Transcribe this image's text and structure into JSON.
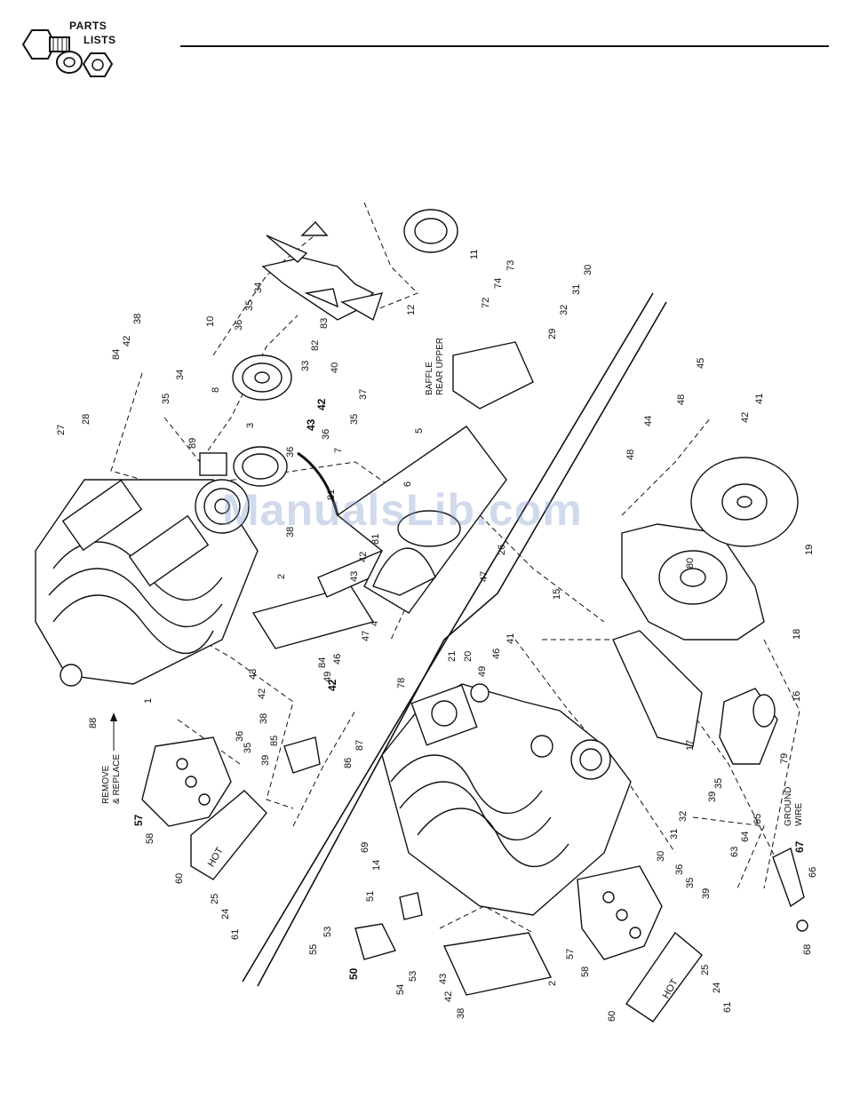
{
  "header": {
    "logo_line1": "PARTS",
    "logo_line2": "LISTS"
  },
  "watermark": "ManualsLib.com",
  "notes": {
    "remove_line1": "REMOVE",
    "remove_line2": "& REPLACE",
    "baffle_line1": "BAFFLE",
    "baffle_line2": "REAR UPPER",
    "ground_line1": "GROUND",
    "ground_line2": "WIRE"
  },
  "labels": {
    "l1": "1",
    "l2a": "2",
    "l2b": "2",
    "l3": "3",
    "l4": "4",
    "l5": "5",
    "l6": "6",
    "l7": "7",
    "l8": "8",
    "l10": "10",
    "l11": "11",
    "l12": "12",
    "l14": "14",
    "l15": "15",
    "l16": "16",
    "l17": "17",
    "l18": "18",
    "l19": "19",
    "l20": "20",
    "l21": "21",
    "l24a": "24",
    "l24b": "24",
    "l25a": "25",
    "l25b": "25",
    "l26": "26",
    "l27": "27",
    "l28": "28",
    "l29": "29",
    "l30a": "30",
    "l30b": "30",
    "l31a": "31",
    "l31b": "31",
    "l32a": "32",
    "l32b": "32",
    "l33": "33",
    "l34a": "34",
    "l34b": "34",
    "l35a": "35",
    "l35b": "35",
    "l35c": "35",
    "l35d": "35",
    "l35e": "35",
    "l35f": "35",
    "l36a": "36",
    "l36b": "36",
    "l36c": "36",
    "l36d": "36",
    "l36e": "36",
    "l37": "37",
    "l38a": "38",
    "l38b": "38",
    "l38c": "38",
    "l38d": "38",
    "l39a": "39",
    "l39b": "39",
    "l39c": "39",
    "l40": "40",
    "l41a": "41",
    "l41b": "41",
    "l42a": "42",
    "l42b": "42",
    "l42c": "42",
    "l42d": "42",
    "l42e": "42",
    "l42f": "42",
    "l42g": "42",
    "l43a": "43",
    "l43b": "43",
    "l43c": "43",
    "l43d": "43",
    "l44": "44",
    "l45": "45",
    "l46a": "46",
    "l46b": "46",
    "l47a": "47",
    "l47b": "47",
    "l48a": "48",
    "l48b": "48",
    "l49a": "49",
    "l49b": "49",
    "l50": "50",
    "l51": "51",
    "l53a": "53",
    "l53b": "53",
    "l54": "54",
    "l55": "55",
    "l57a": "57",
    "l57b": "57",
    "l58a": "58",
    "l58b": "58",
    "l60a": "60",
    "l60b": "60",
    "l61a": "61",
    "l61b": "61",
    "l63": "63",
    "l64": "64",
    "l65": "65",
    "l66": "66",
    "l67": "67",
    "l68": "68",
    "l69": "69",
    "l72": "72",
    "l73": "73",
    "l74": "74",
    "l78": "78",
    "l79": "79",
    "l80": "80",
    "l81a": "81",
    "l81b": "81",
    "l82": "82",
    "l83": "83",
    "l84a": "84",
    "l84b": "84",
    "l85": "85",
    "l86": "86",
    "l87": "87",
    "l88": "88",
    "l89": "89"
  },
  "hot_text": "HOT"
}
